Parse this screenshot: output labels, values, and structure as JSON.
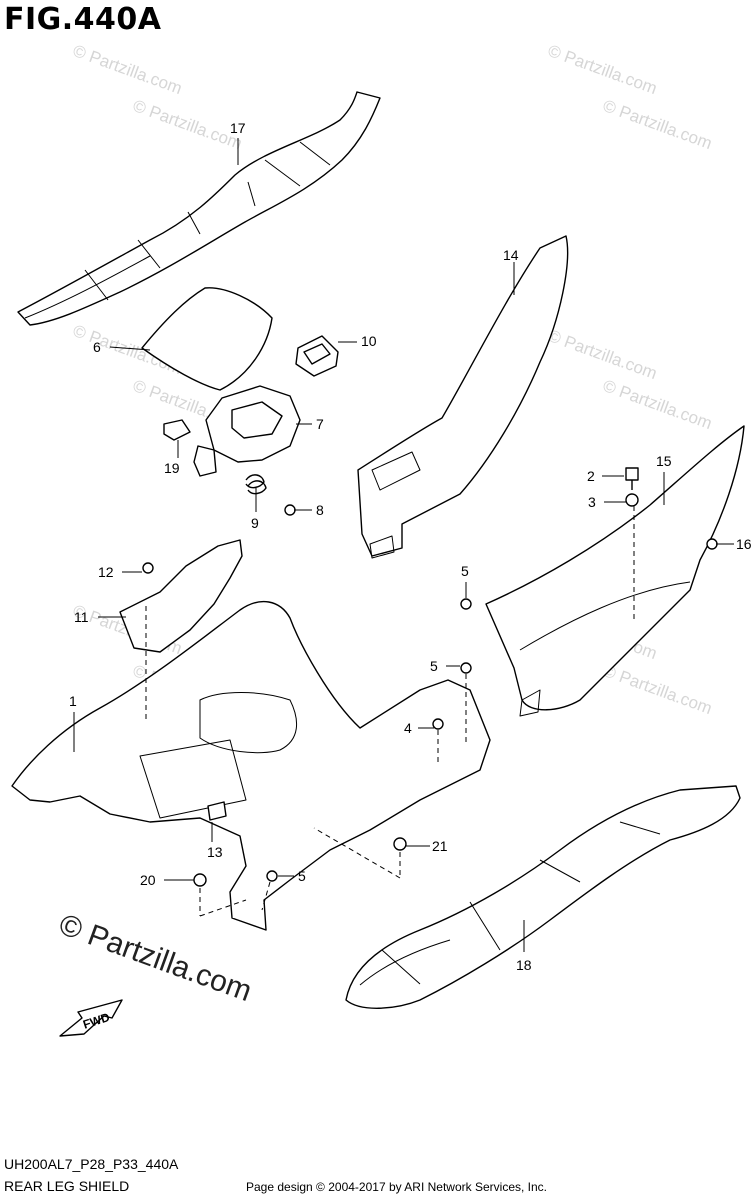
{
  "figure": {
    "title": "FIG.440A",
    "code": "UH200AL7_P28_P33_440A",
    "subtitle": "REAR LEG SHIELD",
    "copyright": "Page design © 2004-2017 by ARI Network Services, Inc.",
    "watermark_small": "© Partzilla.com",
    "watermark_large": "© Partzilla.com",
    "fwd_label": "FWD"
  },
  "callouts": [
    "17",
    "14",
    "6",
    "10",
    "7",
    "19",
    "9",
    "8",
    "2",
    "15",
    "3",
    "16",
    "12",
    "5",
    "11",
    "1",
    "5",
    "4",
    "21",
    "13",
    "20",
    "5",
    "18"
  ],
  "colors": {
    "line": "#000000",
    "fill": "#ffffff",
    "watermark": "#d6d6d6"
  }
}
